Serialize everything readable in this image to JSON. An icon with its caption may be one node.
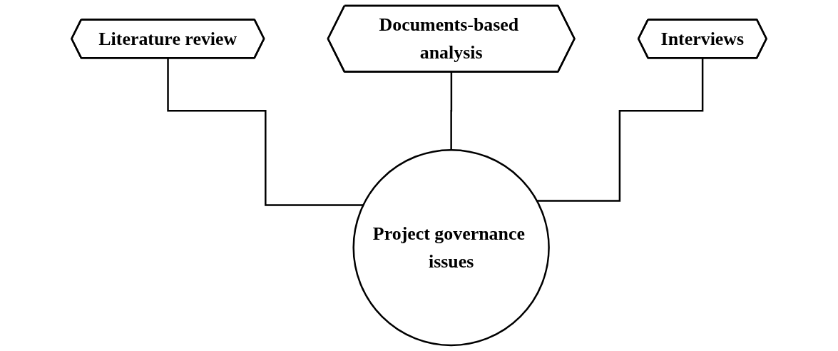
{
  "diagram": {
    "nodes": [
      {
        "text": [
          "Literature review"
        ]
      },
      {
        "text": [
          "Documents-based analysis"
        ]
      },
      {
        "text": [
          "Interviews"
        ]
      },
      {
        "text": [
          "Project governance issues"
        ]
      }
    ],
    "edges": [
      {
        "from": 0,
        "to": 3,
        "arrow": "none"
      },
      {
        "from": 1,
        "to": 3,
        "arrow": "none"
      },
      {
        "from": 2,
        "to": 3,
        "arrow": "none"
      }
    ]
  }
}
